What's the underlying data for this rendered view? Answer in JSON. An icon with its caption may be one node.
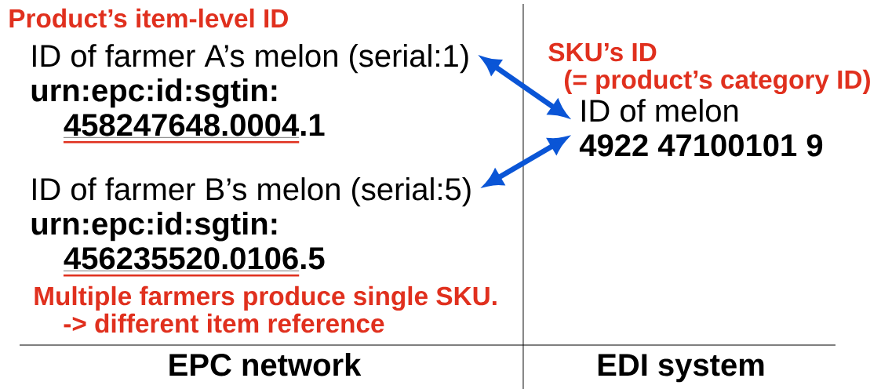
{
  "diagram": {
    "nodes": [
      {
        "text": [
          "ID of farmer A’s melon (serial:1)",
          "urn:epc:id:sgtin:",
          "458247648.0004",
          ".1"
        ]
      },
      {
        "text": [
          "ID of farmer B’s melon (serial:5)",
          "urn:epc:id:sgtin:",
          "456235520.0106",
          ".5"
        ]
      },
      {
        "text": [
          "ID of melon",
          "4922 47100101 9"
        ]
      }
    ],
    "edges": [
      {
        "from": 0,
        "to": 2,
        "arrow": "both"
      },
      {
        "from": 1,
        "to": 2,
        "arrow": "both"
      }
    ],
    "labels": [
      "Product’s item-level ID",
      "SKU’s ID",
      "(= product’s category ID)",
      "Multiple farmers produce single SKU.",
      "-> different item reference",
      "EPC network",
      "EDI system"
    ]
  }
}
